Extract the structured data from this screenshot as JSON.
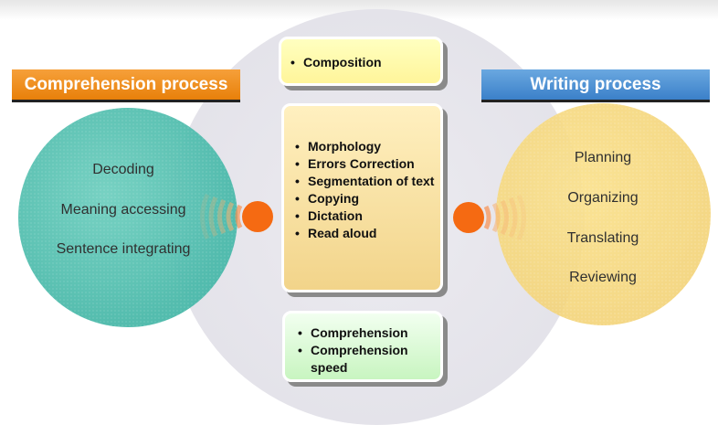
{
  "comprehension": {
    "title": "Comprehension process",
    "items": [
      "Decoding",
      "Meaning accessing",
      "Sentence integrating"
    ]
  },
  "writing": {
    "title": "Writing process",
    "items": [
      "Planning",
      "Organizing",
      "Translating",
      "Reviewing"
    ]
  },
  "center_boxes": {
    "top": [
      "Composition"
    ],
    "middle": [
      "Morphology",
      "Errors Correction",
      "Segmentation of text",
      "Copying",
      "Dictation",
      "Read aloud"
    ],
    "bottom": [
      "Comprehension",
      "Comprehension speed"
    ]
  },
  "colors": {
    "comprehension_title": "#e8800a",
    "writing_title": "#3b80c9",
    "left_circle": "#40baaa",
    "right_circle": "#f0cd6e",
    "connector_dot": "#f56a12"
  }
}
